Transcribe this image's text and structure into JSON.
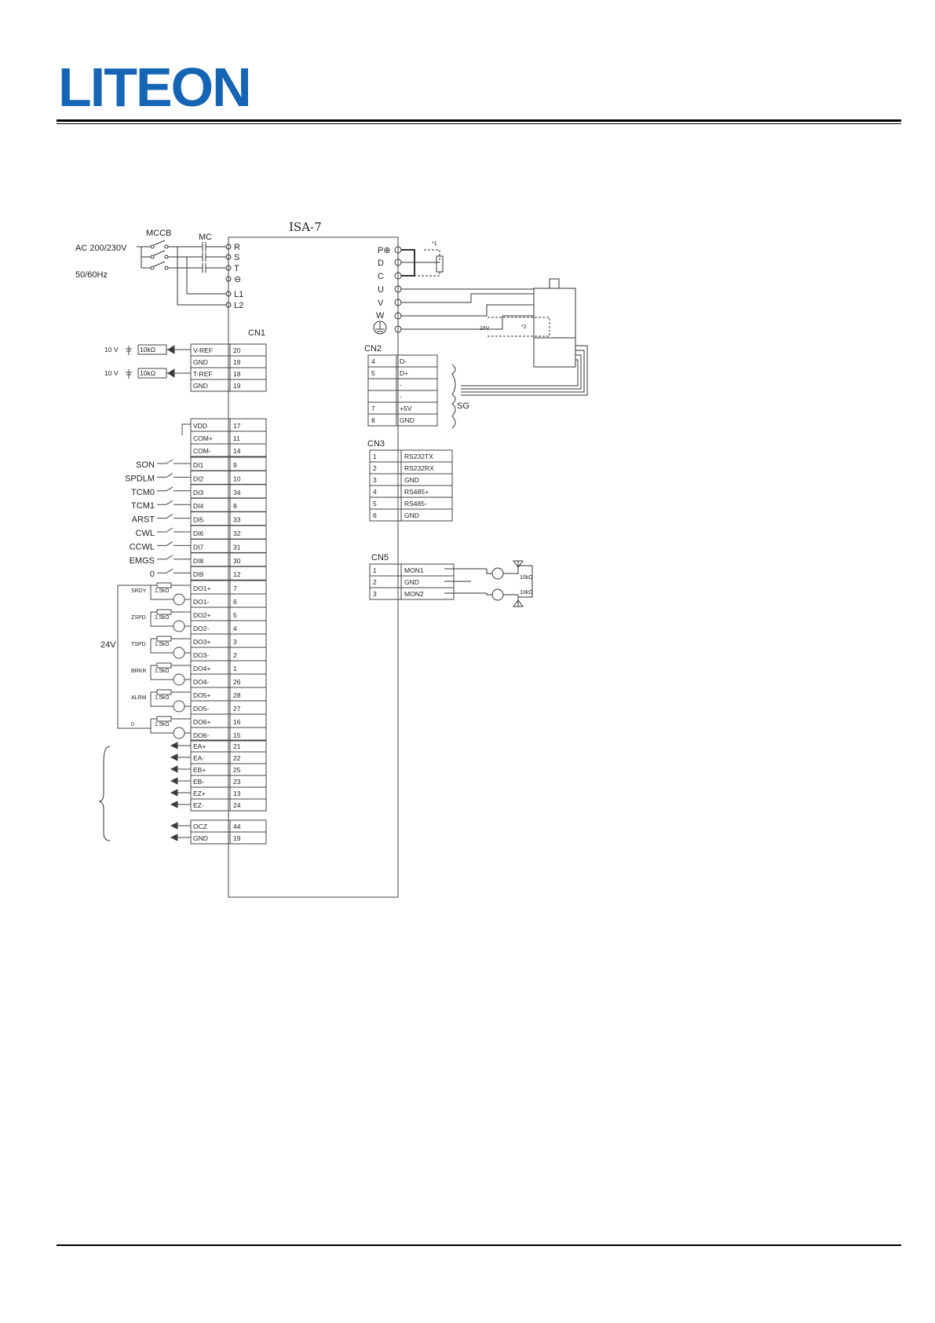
{
  "header": {
    "brand": "LITEON",
    "brand_color": "#1565b4"
  },
  "diagram": {
    "device": "ISA-7",
    "power": {
      "mccb": "MCCB",
      "mc": "MC",
      "supply": "AC 200/230V",
      "freq": "50/60Hz",
      "terminals": [
        "R",
        "S",
        "T",
        "⊖",
        "L1",
        "L2"
      ]
    },
    "motor_terminals": [
      "P⊕",
      "D",
      "C",
      "U",
      "V",
      "W"
    ],
    "notes": {
      "n1": "*1",
      "n2": "*2",
      "v24": "24V",
      "sg": "SG"
    },
    "cn1": {
      "title": "CN1",
      "analog": [
        {
          "src": "10 V",
          "res": "10kΩ",
          "name": "V-REF",
          "pin": "20"
        },
        {
          "src": "",
          "res": "",
          "name": "GND",
          "pin": "19"
        },
        {
          "src": "10 V",
          "res": "10kΩ",
          "name": "T-REF",
          "pin": "18"
        },
        {
          "src": "",
          "res": "",
          "name": "GND",
          "pin": "19"
        }
      ],
      "power_pins": [
        {
          "name": "VDD",
          "pin": "17"
        },
        {
          "name": "COM+",
          "pin": "11"
        },
        {
          "name": "COM-",
          "pin": "14"
        }
      ],
      "digital_inputs": [
        {
          "label": "SON",
          "name": "DI1",
          "pin": "9"
        },
        {
          "label": "SPDLM",
          "name": "DI2",
          "pin": "10"
        },
        {
          "label": "TCM0",
          "name": "DI3",
          "pin": "34"
        },
        {
          "label": "TCM1",
          "name": "DI4",
          "pin": "8"
        },
        {
          "label": "ARST",
          "name": "DI5",
          "pin": "33"
        },
        {
          "label": "CWL",
          "name": "DI6",
          "pin": "32"
        },
        {
          "label": "CCWL",
          "name": "DI7",
          "pin": "31"
        },
        {
          "label": "EMGS",
          "name": "DI8",
          "pin": "30"
        },
        {
          "label": "0",
          "name": "DI9",
          "pin": "12"
        }
      ],
      "digital_outputs": [
        {
          "label": "SRDY",
          "res": "1.5kΩ",
          "plus": "DO1+",
          "plus_pin": "7",
          "minus": "DO1-",
          "minus_pin": "6"
        },
        {
          "label": "ZSPD",
          "res": "1.5kΩ",
          "plus": "DO2+",
          "plus_pin": "5",
          "minus": "DO2-",
          "minus_pin": "4"
        },
        {
          "label": "TSPD",
          "res": "1.5kΩ",
          "plus": "DO3+",
          "plus_pin": "3",
          "minus": "DO3-",
          "minus_pin": "2"
        },
        {
          "label": "BRKR",
          "res": "1.5kΩ",
          "plus": "DO4+",
          "plus_pin": "1",
          "minus": "DO4-",
          "minus_pin": "26"
        },
        {
          "label": "ALRM",
          "res": "1.5kΩ",
          "plus": "DO5+",
          "plus_pin": "28",
          "minus": "DO5-",
          "minus_pin": "27"
        },
        {
          "label": "0",
          "res": "1.5kΩ",
          "plus": "DO6+",
          "plus_pin": "16",
          "minus": "DO6-",
          "minus_pin": "15"
        }
      ],
      "encoder_out": [
        {
          "name": "EA+",
          "pin": "21"
        },
        {
          "name": "EA-",
          "pin": "22"
        },
        {
          "name": "EB+",
          "pin": "25"
        },
        {
          "name": "EB-",
          "pin": "23"
        },
        {
          "name": "EZ+",
          "pin": "13"
        },
        {
          "name": "EZ-",
          "pin": "24"
        }
      ],
      "ocz": [
        {
          "name": "OCZ",
          "pin": "44"
        },
        {
          "name": "GND",
          "pin": "19"
        }
      ],
      "supply_24v": "24V"
    },
    "cn2": {
      "title": "CN2",
      "rows": [
        {
          "pin": "4",
          "name": "D-"
        },
        {
          "pin": "5",
          "name": "D+"
        },
        {
          "pin": "",
          "name": "-"
        },
        {
          "pin": "",
          "name": "-"
        },
        {
          "pin": "7",
          "name": "+5V"
        },
        {
          "pin": "8",
          "name": "GND"
        }
      ]
    },
    "cn3": {
      "title": "CN3",
      "rows": [
        {
          "pin": "1",
          "name": "RS232TX"
        },
        {
          "pin": "2",
          "name": "RS232RX"
        },
        {
          "pin": "3",
          "name": "GND"
        },
        {
          "pin": "4",
          "name": "RS485+"
        },
        {
          "pin": "5",
          "name": "RS485-"
        },
        {
          "pin": "6",
          "name": "GND"
        }
      ]
    },
    "cn5": {
      "title": "CN5",
      "rows": [
        {
          "pin": "1",
          "name": "MON1"
        },
        {
          "pin": "2",
          "name": "GND"
        },
        {
          "pin": "3",
          "name": "MON2"
        }
      ],
      "res": "10kΩ"
    }
  }
}
